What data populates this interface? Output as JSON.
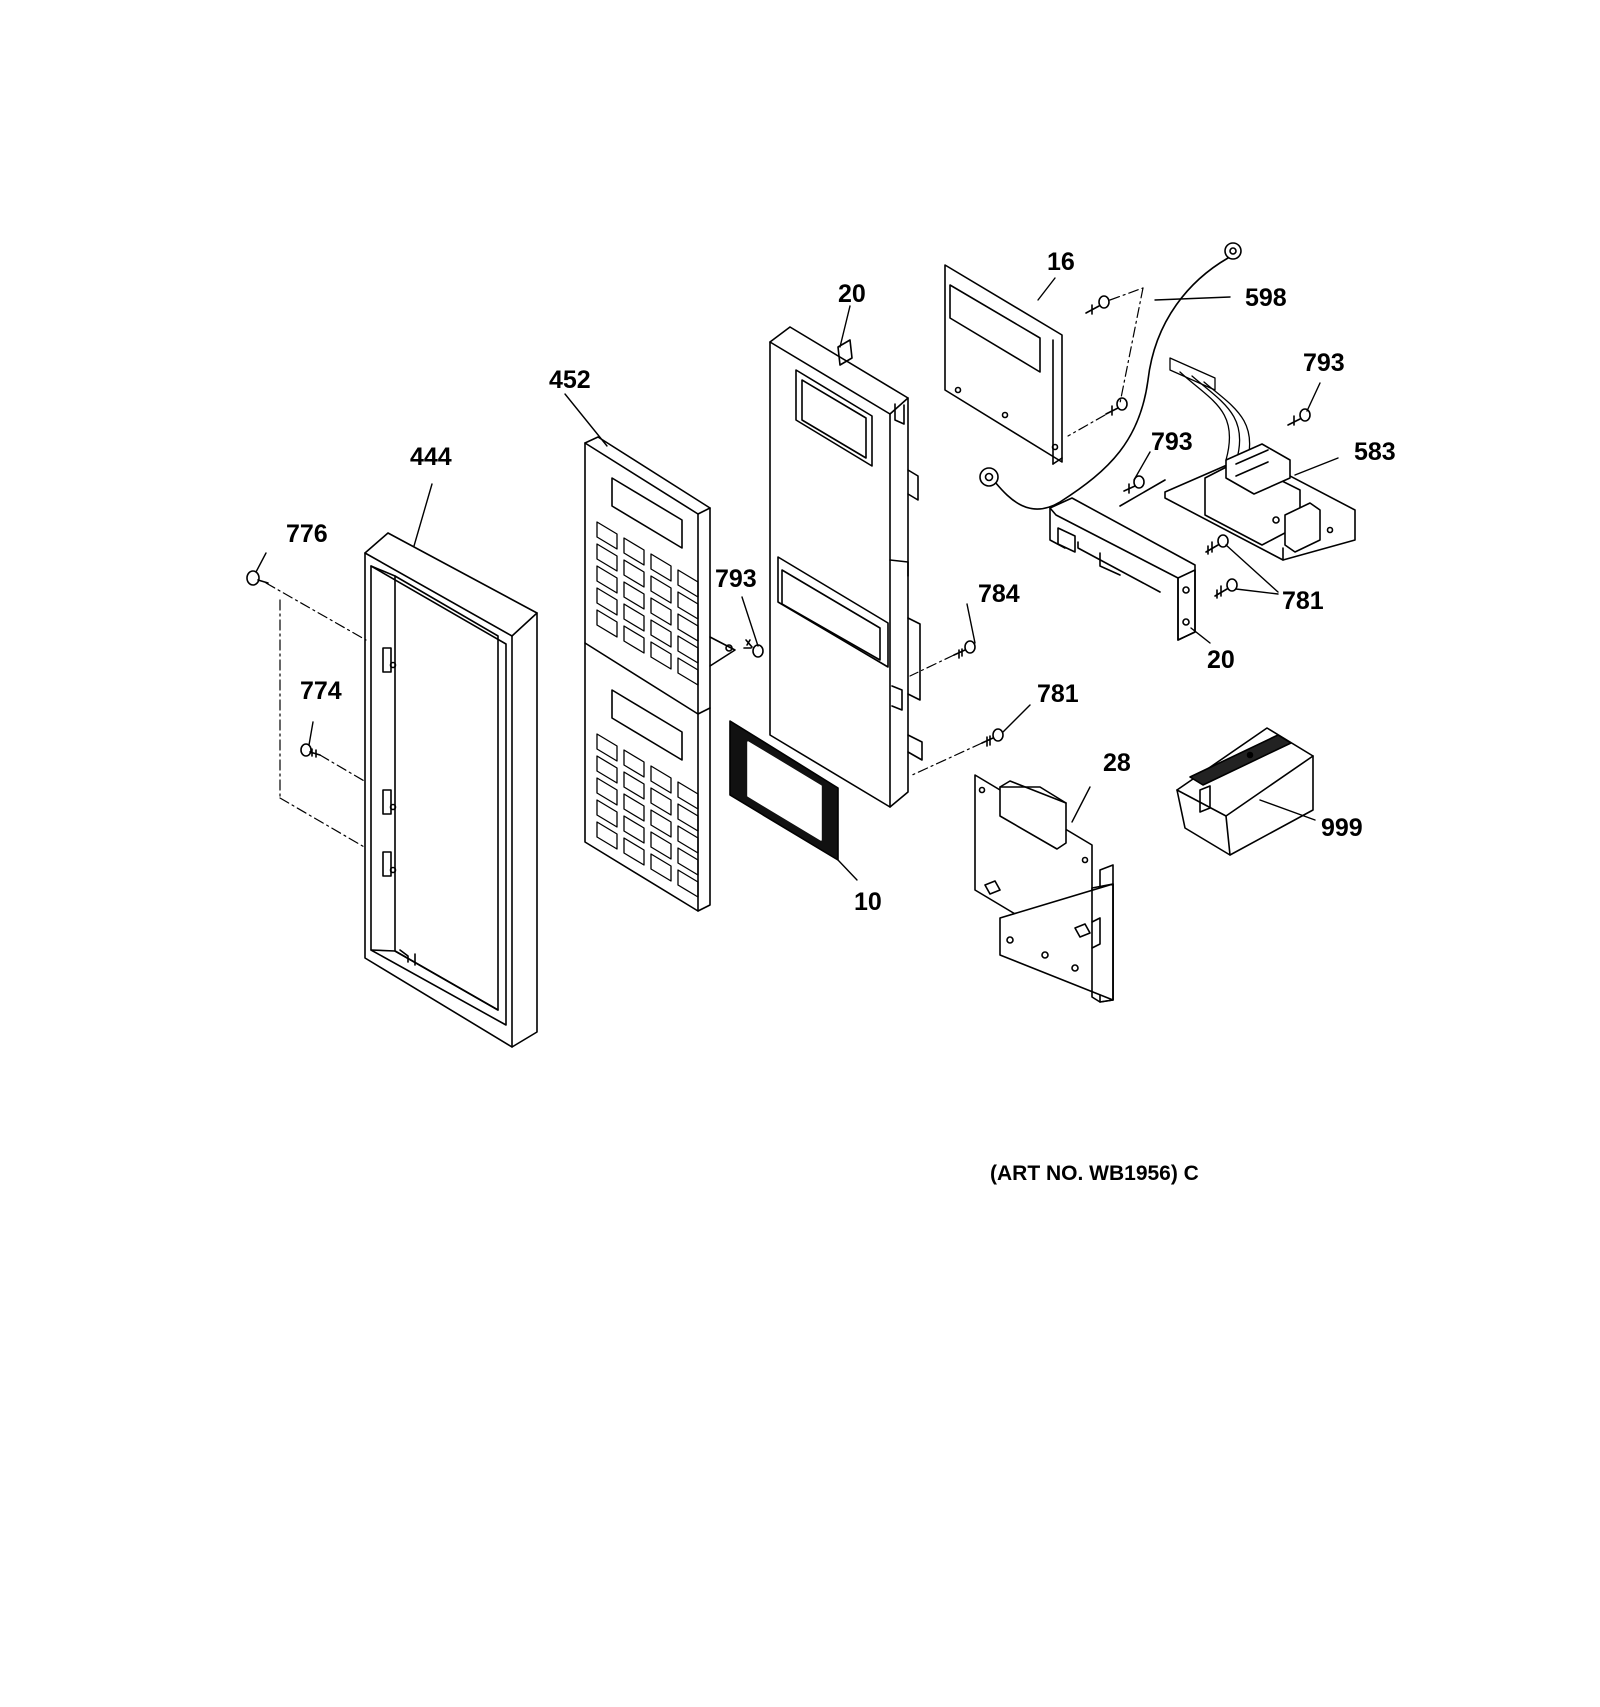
{
  "callouts": {
    "c776": "776",
    "c444": "444",
    "c774": "774",
    "c452": "452",
    "c793a": "793",
    "c10": "10",
    "c20a": "20",
    "c784": "784",
    "c781a": "781",
    "c16": "16",
    "c598": "598",
    "c793b": "793",
    "c793c": "793",
    "c583": "583",
    "c781b": "781",
    "c20b": "20",
    "c28": "28",
    "c999": "999"
  },
  "art_number": "(ART NO. WB1956) C",
  "colors": {
    "ink": "#000000",
    "paper": "#ffffff"
  }
}
